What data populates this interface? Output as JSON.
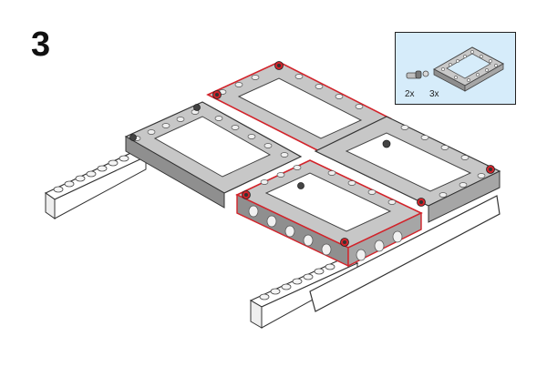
{
  "step": {
    "number": "3"
  },
  "callout": {
    "parts": [
      {
        "name": "connector-pin",
        "quantity": "2x"
      },
      {
        "name": "open-frame-5x7",
        "quantity": "3x"
      }
    ]
  },
  "colors": {
    "frame": "#c7c7c7",
    "frame_side": "#8f8f8f",
    "highlight": "#d2232a",
    "beam": "#ffffff",
    "callout_bg": "#d6ecfa"
  }
}
